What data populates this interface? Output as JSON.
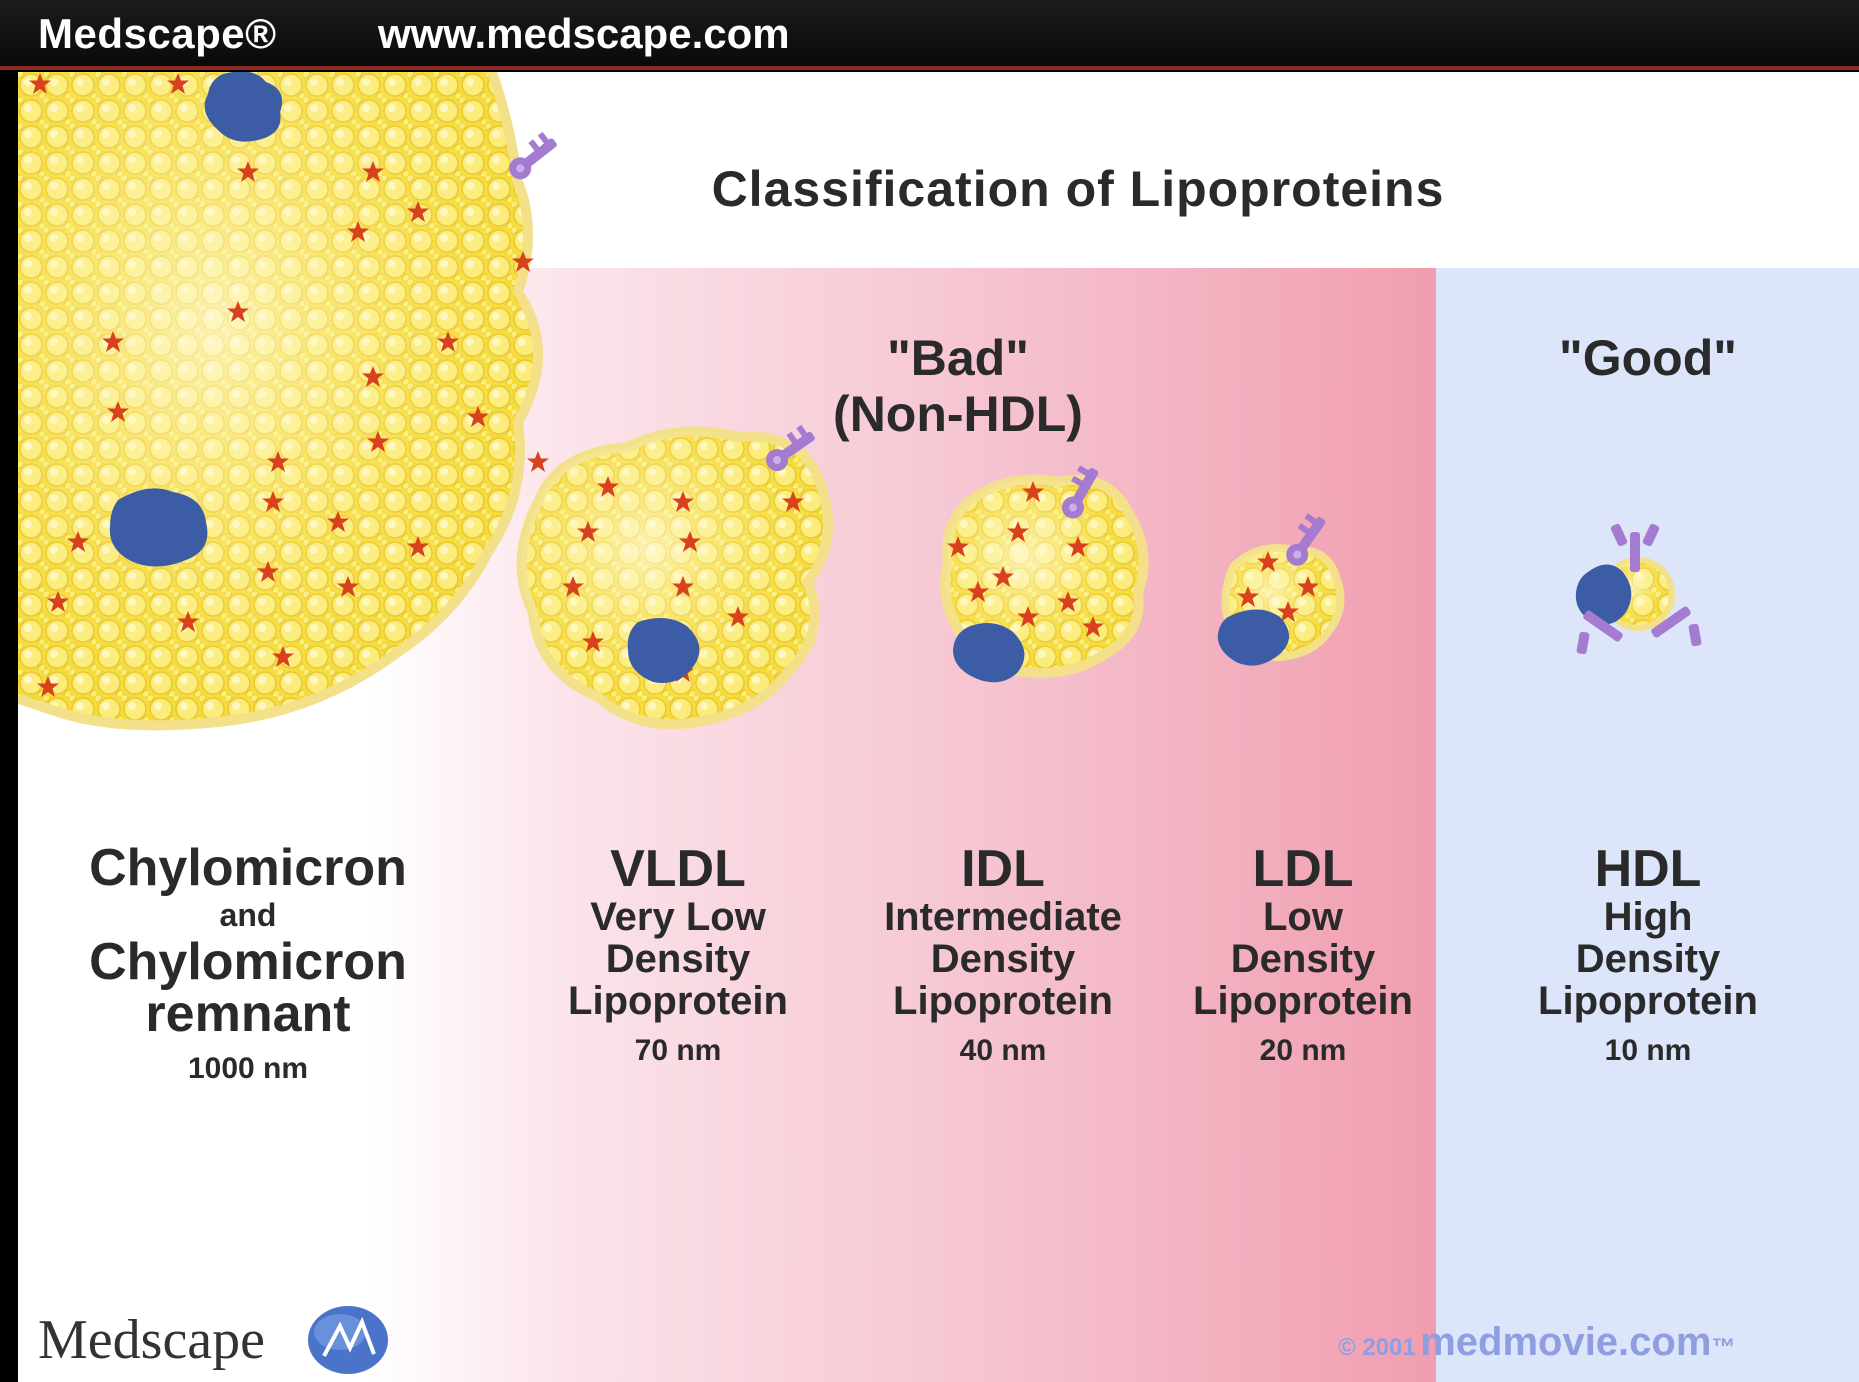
{
  "topbar": {
    "brand": "Medscape®",
    "url": "www.medscape.com"
  },
  "title": "Classification of Lipoproteins",
  "zones": {
    "bad_line1": "\"Bad\"",
    "bad_line2": "(Non-HDL)",
    "good": "\"Good\""
  },
  "classes": [
    {
      "abbr": "Chylomicron",
      "connector": "and",
      "name_line1": "Chylomicron",
      "name_line2": "remnant",
      "size": "1000 nm"
    },
    {
      "abbr": "VLDL",
      "name_line1": "Very Low",
      "name_line2": "Density",
      "name_line3": "Lipoprotein",
      "size": "70 nm"
    },
    {
      "abbr": "IDL",
      "name_line1": "Intermediate",
      "name_line2": "Density",
      "name_line3": "Lipoprotein",
      "size": "40 nm"
    },
    {
      "abbr": "LDL",
      "name_line1": "Low",
      "name_line2": "Density",
      "name_line3": "Lipoprotein",
      "size": "20 nm"
    },
    {
      "abbr": "HDL",
      "name_line1": "High",
      "name_line2": "Density",
      "name_line3": "Lipoprotein",
      "size": "10 nm"
    }
  ],
  "footer": {
    "logo_text": "Medscape",
    "copyright_symbol_year": "© 2001",
    "copyright_site": "medmovie.com",
    "trademark": "™"
  },
  "colors": {
    "lipid_core": "#f7e45a",
    "lipid_highlight": "#fff7b5",
    "cholesterol_star": "#d8401e",
    "apoprotein": "#3d5ca6",
    "receptor_key": "#a47bd0",
    "bad_zone": "#f09cae",
    "good_zone": "#dde5fa",
    "brand_accent": "#8a2a20"
  },
  "icons": [
    "apoprotein-blob-icon",
    "receptor-key-icon",
    "cholesterol-star-icon",
    "medscape-logo-mark-icon"
  ]
}
